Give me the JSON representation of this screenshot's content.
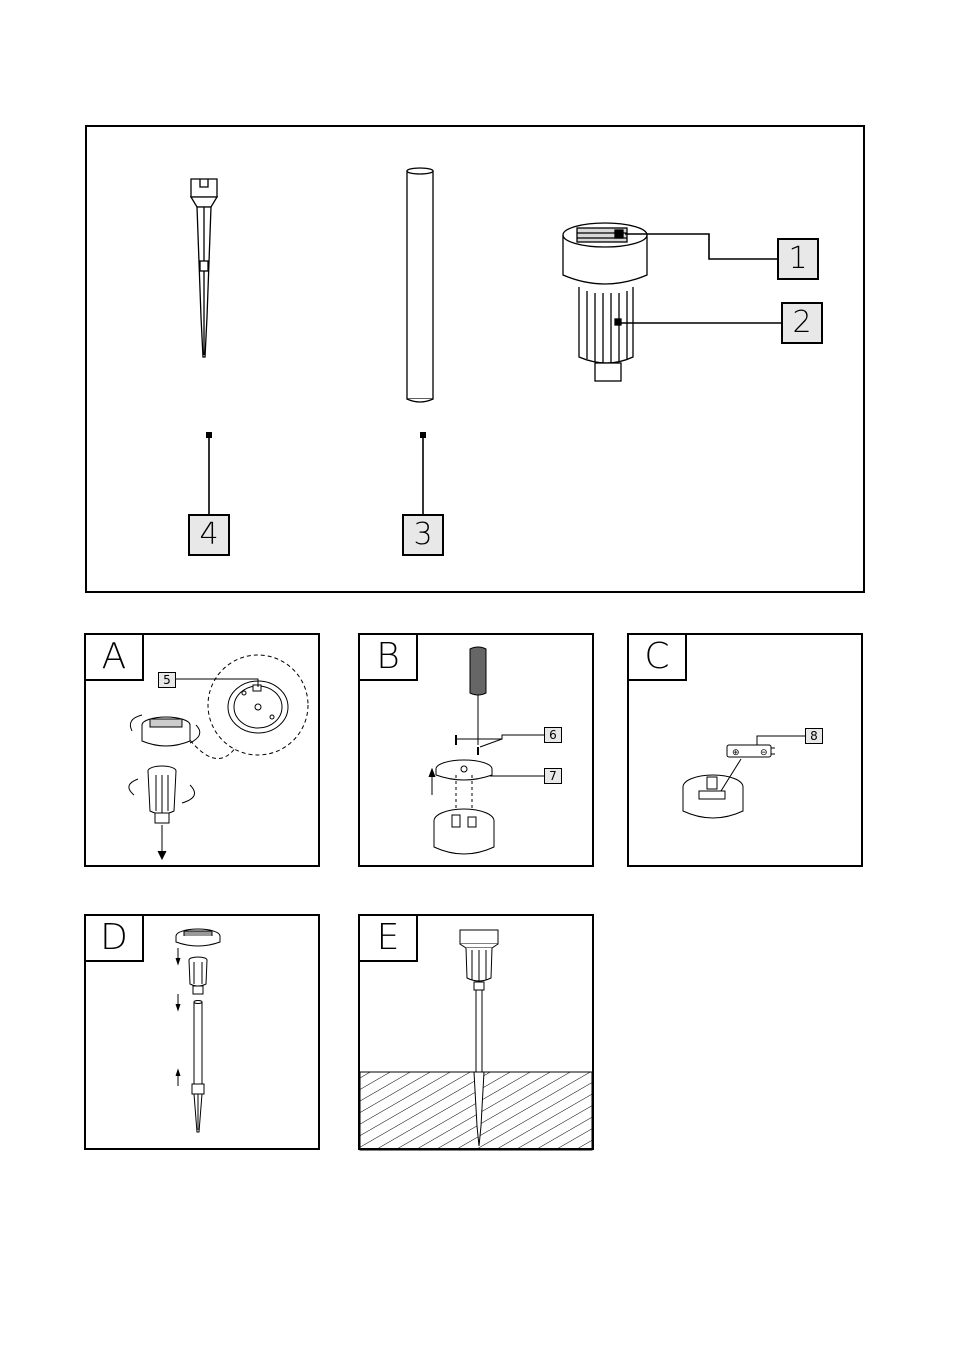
{
  "overview": {
    "callouts": [
      {
        "id": "1",
        "label": "1"
      },
      {
        "id": "2",
        "label": "2"
      },
      {
        "id": "3",
        "label": "3"
      },
      {
        "id": "4",
        "label": "4"
      }
    ]
  },
  "steps": [
    {
      "letter": "A",
      "callouts": [
        "5"
      ]
    },
    {
      "letter": "B",
      "callouts": [
        "6",
        "7"
      ]
    },
    {
      "letter": "C",
      "callouts": [
        "8"
      ]
    },
    {
      "letter": "D",
      "callouts": []
    },
    {
      "letter": "E",
      "callouts": []
    }
  ],
  "icons": {
    "battery_plus": "⊕",
    "battery_minus": "⊖"
  }
}
